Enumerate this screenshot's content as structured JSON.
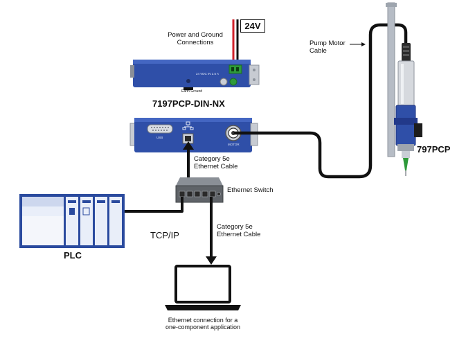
{
  "labels": {
    "voltage": "24V",
    "power_ground": "Power and Ground\nConnections",
    "controller_model": "7197PCP-DIN-NX",
    "earth_ground": "Earth Ground",
    "power_port": "24 VDC IN  2.5 A",
    "usb_label": "USB",
    "motor_port": "MOTOR",
    "cat5e_top": "Category 5e\nEthernet Cable",
    "ethernet_switch": "Ethernet Switch",
    "pump_motor_cable": "Pump Motor\nCable",
    "pump_model": "797PCP",
    "tcpip": "TCP/IP",
    "cat5e_bottom": "Category 5e\nEthernet Cable",
    "plc": "PLC",
    "laptop_caption": "Ethernet connection for a\none-component application"
  },
  "colors": {
    "device_blue": "#2f4fa8",
    "device_blue_dark": "#22398a",
    "plc_blue": "#2a4a9e",
    "cable_black": "#111111",
    "power_red": "#d0202a",
    "switch_gray": "#5f6368",
    "terminal_green": "#2e9a3a"
  }
}
